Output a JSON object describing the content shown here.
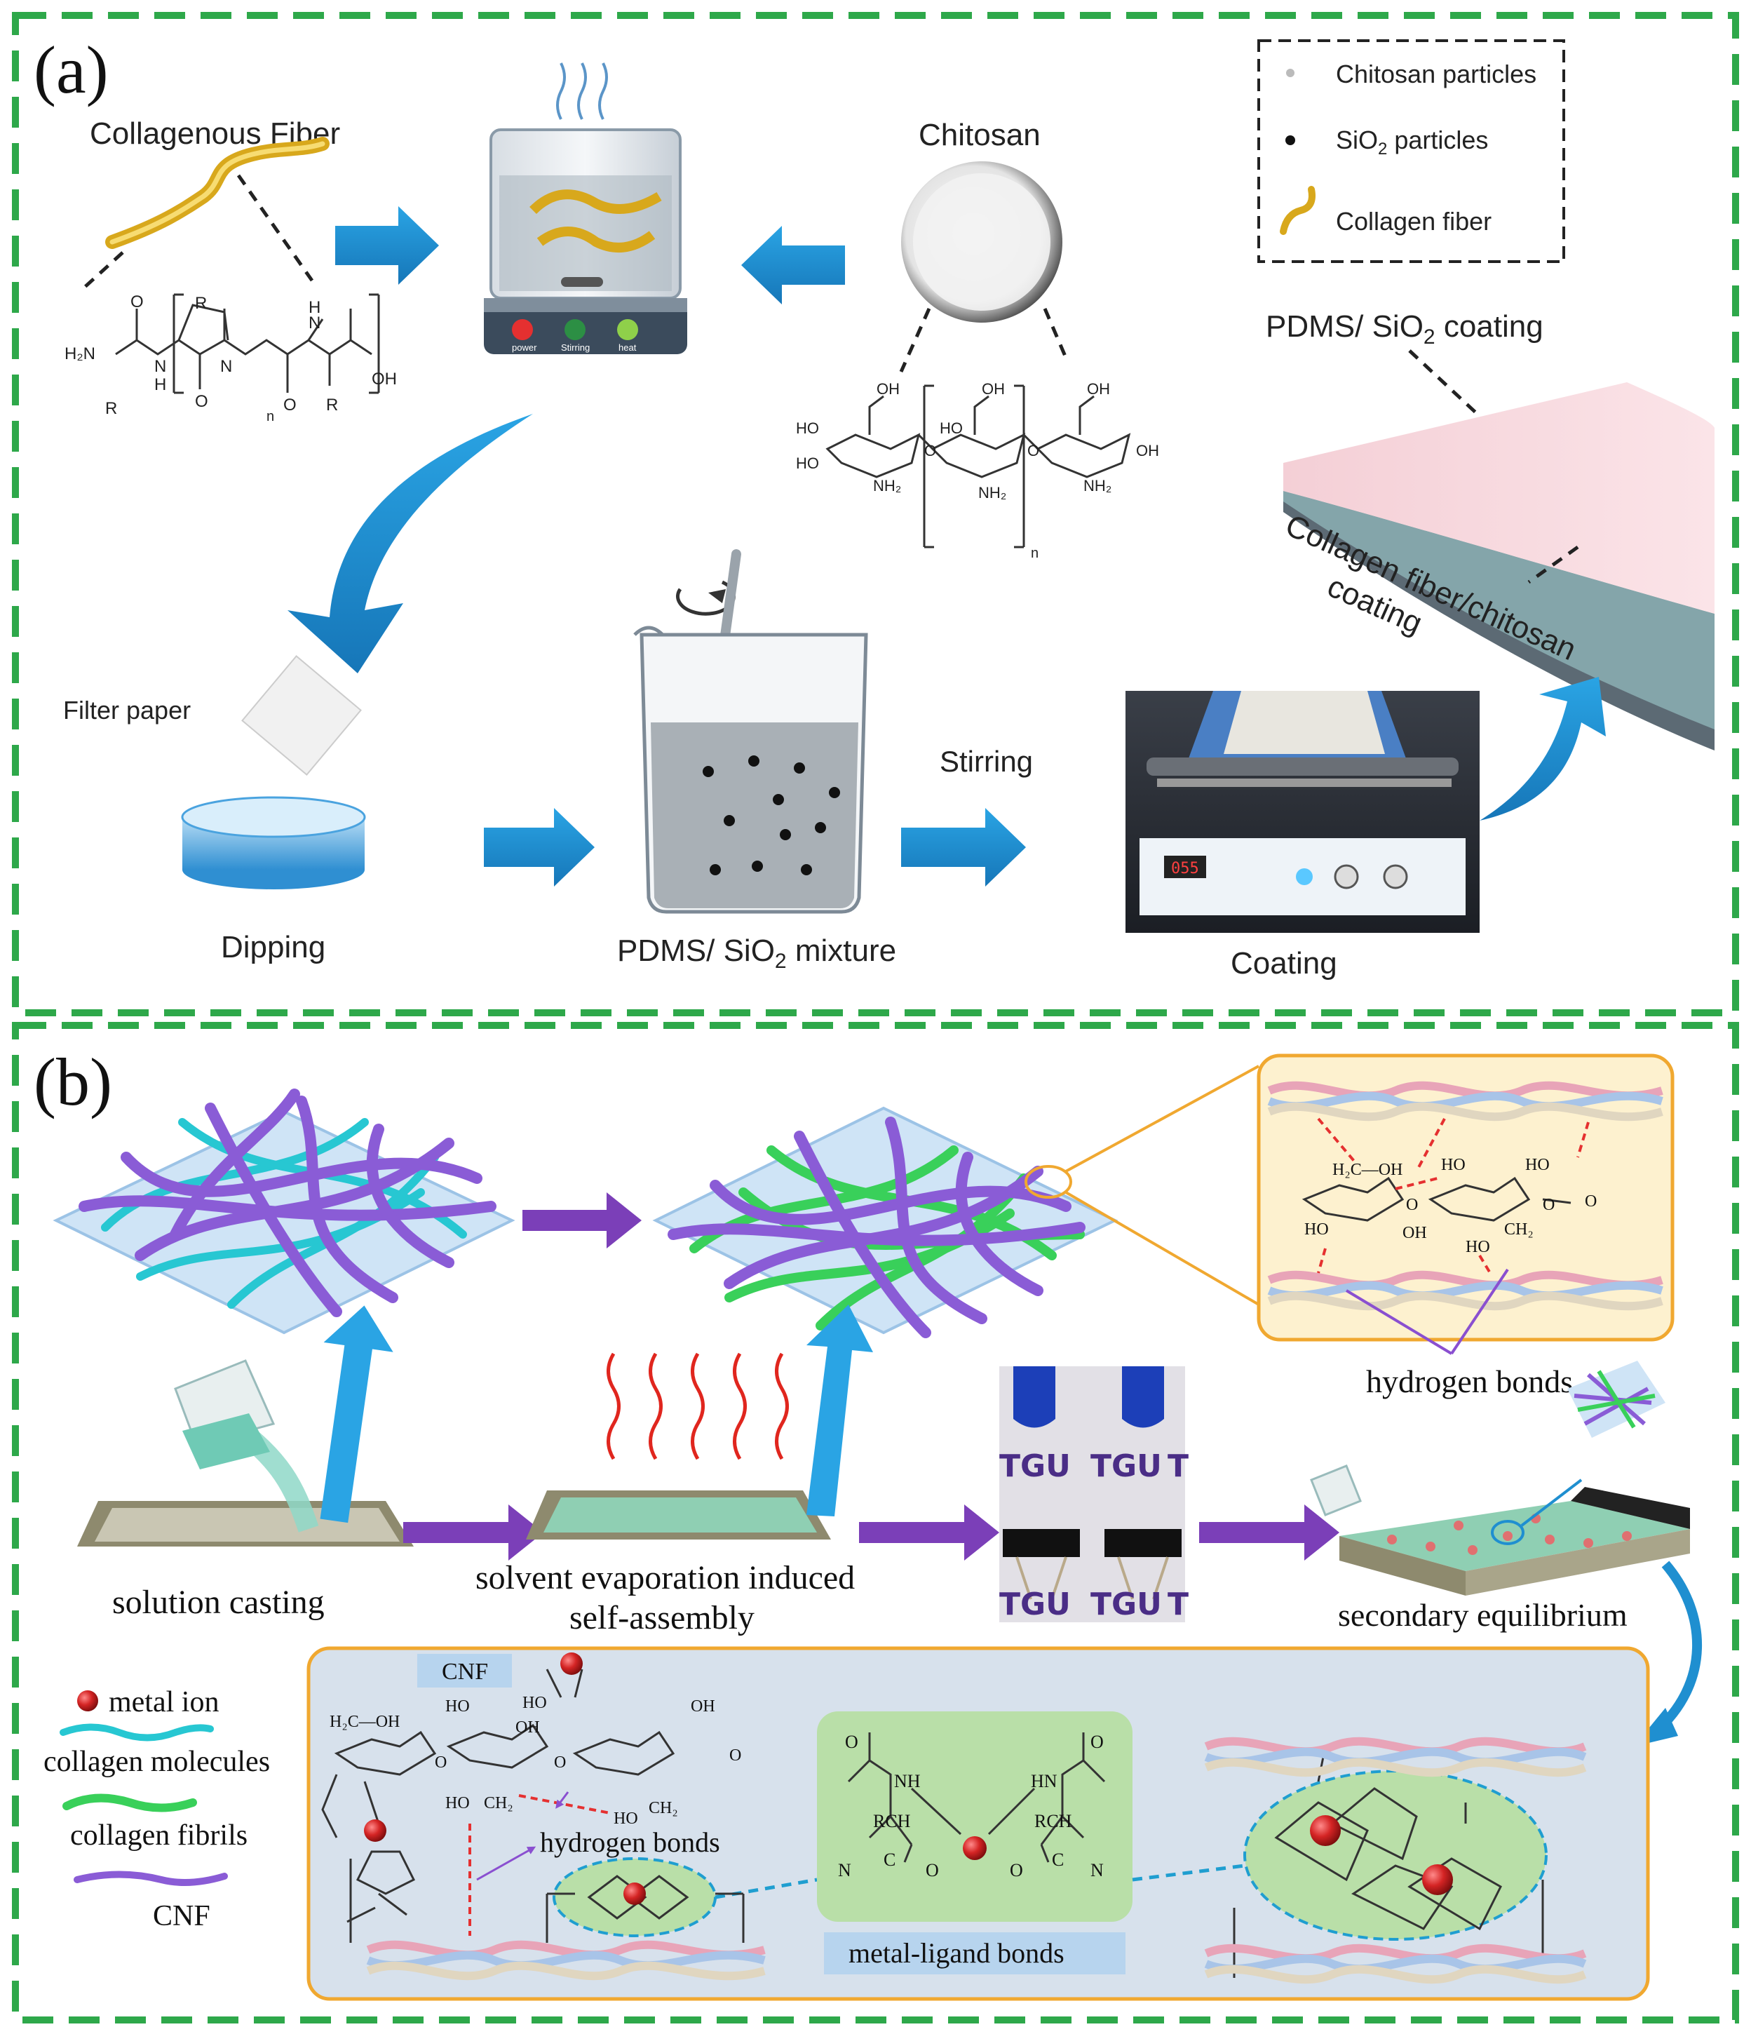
{
  "panel_a": {
    "letter": "(a)",
    "collagenous_fiber": "Collagenous Fiber",
    "chitosan": "Chitosan",
    "filter_paper": "Filter paper",
    "dipping": "Dipping",
    "pdms_mixture_pre": "PDMS/ SiO",
    "pdms_mixture_sub": "2",
    "pdms_mixture_post": " mixture",
    "stirring": "Stirring",
    "coating": "Coating",
    "pdms_coating_pre": "PDMS/ SiO",
    "pdms_coating_sub": "2",
    "pdms_coating_post": " coating",
    "layer_line1": "Collagen fiber/chitosan",
    "layer_line2": "coating",
    "legend": {
      "chitosan_particles": "Chitosan particles",
      "sio2_pre": "SiO",
      "sio2_sub": "2",
      "sio2_post": " particles",
      "collagen_fiber": "Collagen fiber"
    },
    "stirrer_buttons": [
      "power",
      "Stirring",
      "heat"
    ],
    "coater_display": "055",
    "chem_collagen": {
      "h2n": "H₂N",
      "n1": "N",
      "h1": "H",
      "n2": "N",
      "n3": "N",
      "h3": "H",
      "oh": "OH",
      "r1": "R",
      "r2": "R",
      "r3": "R",
      "o1": "O",
      "o2": "O",
      "o3": "O",
      "sub_n": "n"
    },
    "chem_chitosan": {
      "oh1": "OH",
      "oh2": "OH",
      "oh3": "OH",
      "ho1": "HO",
      "ho2": "HO",
      "ho3": "HO",
      "o1": "O",
      "o2": "O",
      "nh2_1": "NH₂",
      "nh2_2": "NH₂",
      "nh2_3": "NH₂",
      "oh_end": "OH",
      "sub_n": "n"
    }
  },
  "panel_b": {
    "letter": "(b)",
    "solution_casting": "solution casting",
    "solvent_line1": "solvent evaporation induced",
    "solvent_line2": "self-assembly",
    "secondary_equilibrium": "secondary equilibrium",
    "hydrogen_bonds_top": "hydrogen bonds",
    "photo_letters": [
      "TGU",
      "TGU",
      "T",
      "TGU",
      "TGU",
      "T"
    ],
    "legend": {
      "metal_ion": "metal ion",
      "collagen_molecules": "collagen molecules",
      "collagen_fibrils": "collagen fibrils",
      "cnf": "CNF"
    },
    "bottom_box": {
      "cnf_tag": "CNF",
      "hydrogen_bonds": "hydrogen bonds",
      "metal_ligand_bonds": "metal-ligand bonds"
    },
    "chem_top": {
      "h2c_oh": "H₂C—OH",
      "ho1": "HO",
      "ho2": "HO",
      "o1": "O",
      "o2": "O",
      "ho3": "HO",
      "oh": "OH",
      "ch2": "CH₂",
      "ho4": "HO",
      "o_end": "O"
    },
    "chem_bottom": {
      "h2c_oh": "H₂C—OH",
      "ho1": "HO",
      "oh1": "OH",
      "ho2": "HO",
      "oh2": "OH",
      "o1": "O",
      "o2": "O",
      "ho3": "HO",
      "ch2_1": "CH₂",
      "ho4": "HO",
      "ch2_2": "CH₂",
      "o_end": "O"
    },
    "chem_ligand": {
      "o1": "O",
      "o2": "O",
      "nh": "NH",
      "hn": "HN",
      "rch1": "RCH",
      "rch2": "RCH",
      "n1": "N",
      "n2": "N",
      "c1": "C",
      "c2": "C",
      "o3": "O",
      "o4": "O"
    }
  },
  "colors": {
    "frame_dash": "#2ea84a",
    "arrow_blue": "#1f8fd0",
    "arrow_purple": "#7b3fb8",
    "cnf_purple": "#8a5cd6",
    "collagen_cyan": "#27c7d2",
    "fibril_green": "#39d05a",
    "metal_red": "#cc2020",
    "box_orange": "#f0a830",
    "panel_fill": "#c9d8ea"
  }
}
